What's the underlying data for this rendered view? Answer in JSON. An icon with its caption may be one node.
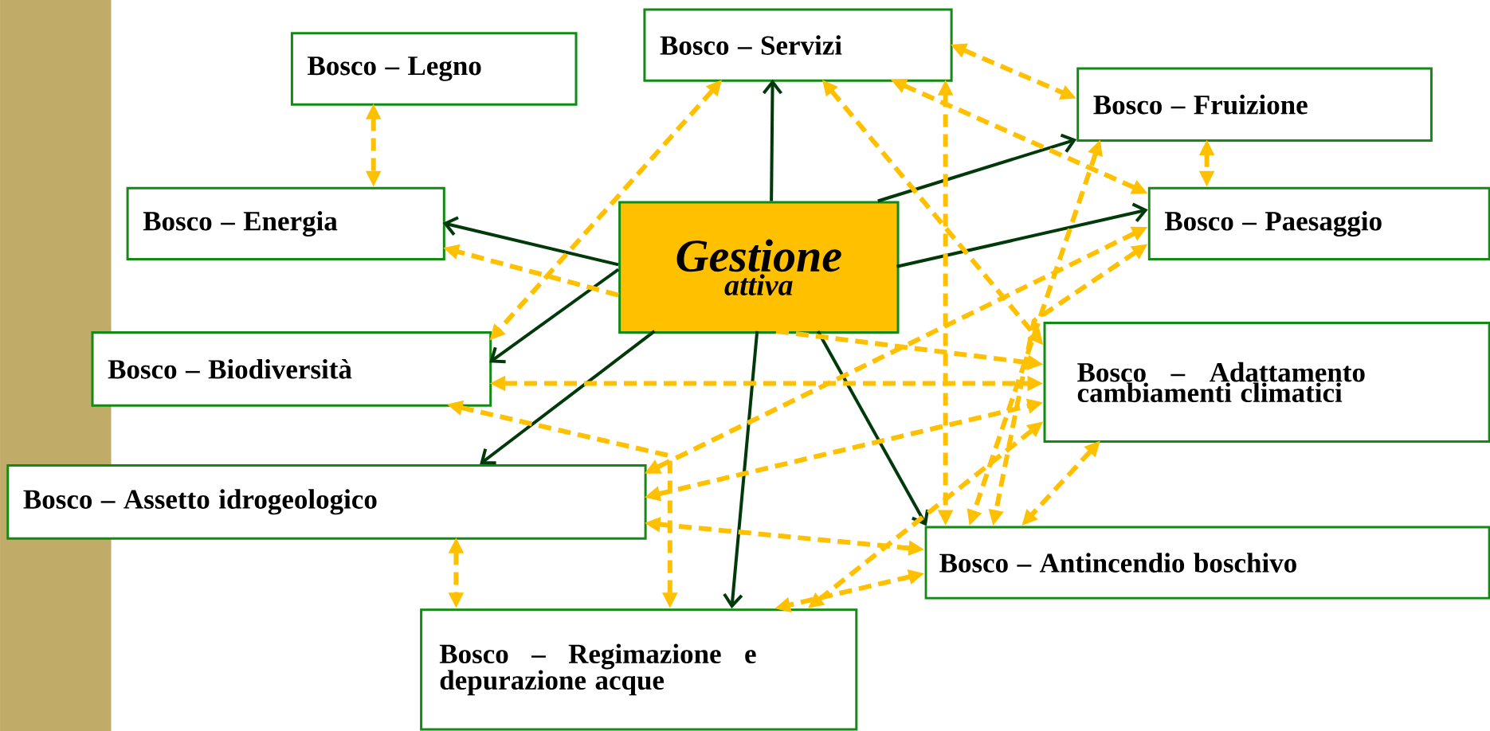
{
  "diagram": {
    "nodes": [
      {
        "text": [
          "Gestione",
          "attiva"
        ]
      },
      {
        "text": [
          "Bosco – Legno"
        ]
      },
      {
        "text": [
          "Bosco – Servizi"
        ]
      },
      {
        "text": [
          "Bosco – Fruizione"
        ]
      },
      {
        "text": [
          "Bosco – Energia"
        ]
      },
      {
        "text": [
          "Bosco – Paesaggio"
        ]
      },
      {
        "text": [
          "Bosco – Biodiversità"
        ]
      },
      {
        "text": [
          "Bosco – Adattamento cambiamenti climatici"
        ]
      },
      {
        "text": [
          "Bosco – Assetto idrogeologico"
        ]
      },
      {
        "text": [
          "Bosco – Antincendio boschivo"
        ]
      },
      {
        "text": [
          "Bosco – Regimazione e depurazione acque"
        ]
      },
      {
        "text": [],
        "shape": "bar"
      }
    ],
    "edges": [
      {
        "from": 0,
        "to": 2,
        "arrow": "to",
        "color": "#003a0a"
      },
      {
        "from": 0,
        "to": 3,
        "arrow": "to",
        "color": "#003a0a"
      },
      {
        "from": 0,
        "to": 5,
        "arrow": "to",
        "color": "#003a0a"
      },
      {
        "from": 0,
        "to": 4,
        "arrow": "to",
        "color": "#003a0a"
      },
      {
        "from": 0,
        "to": 6,
        "arrow": "to",
        "color": "#003a0a"
      },
      {
        "from": 0,
        "to": 8,
        "arrow": "to",
        "color": "#003a0a"
      },
      {
        "from": 0,
        "to": 10,
        "arrow": "to",
        "color": "#003a0a"
      },
      {
        "from": 0,
        "to": 9,
        "arrow": "to",
        "color": "#003a0a"
      },
      {
        "from": 0,
        "to": 4,
        "arrow": "to",
        "style": "dashed",
        "color": "#ffc000"
      },
      {
        "from": 0,
        "to": 7,
        "arrow": "to",
        "style": "dashed",
        "color": "#ffc000"
      },
      {
        "from": 1,
        "to": 4,
        "arrow": "both",
        "style": "dashed",
        "color": "#ffc000"
      },
      {
        "from": 2,
        "to": 6,
        "arrow": "both",
        "style": "dashed",
        "color": "#ffc000"
      },
      {
        "from": 2,
        "to": 3,
        "arrow": "both",
        "style": "dashed",
        "color": "#ffc000"
      },
      {
        "from": 2,
        "to": 5,
        "arrow": "both",
        "style": "dashed",
        "color": "#ffc000"
      },
      {
        "from": 2,
        "to": 7,
        "arrow": "both",
        "style": "dashed",
        "color": "#ffc000"
      },
      {
        "from": 2,
        "to": 9,
        "arrow": "both",
        "style": "dashed",
        "color": "#ffc000"
      },
      {
        "from": 3,
        "to": 5,
        "arrow": "both",
        "style": "dashed",
        "color": "#ffc000"
      },
      {
        "from": 3,
        "to": 9,
        "arrow": "both",
        "style": "dashed",
        "color": "#ffc000"
      },
      {
        "from": 5,
        "to": 9,
        "arrow": "both",
        "style": "dashed",
        "color": "#ffc000"
      },
      {
        "from": 5,
        "to": 8,
        "arrow": "both",
        "style": "dashed",
        "color": "#ffc000"
      },
      {
        "from": 6,
        "to": 7,
        "arrow": "both",
        "style": "dashed",
        "color": "#ffc000"
      },
      {
        "from": 6,
        "to": 10,
        "arrow": "both",
        "style": "dashed",
        "color": "#ffc000"
      },
      {
        "from": 8,
        "to": 10,
        "arrow": "both",
        "style": "dashed",
        "color": "#ffc000"
      },
      {
        "from": 8,
        "to": 7,
        "arrow": "both",
        "style": "dashed",
        "color": "#ffc000"
      },
      {
        "from": 8,
        "to": 9,
        "arrow": "both",
        "style": "dashed",
        "color": "#ffc000"
      },
      {
        "from": 7,
        "to": 9,
        "arrow": "both",
        "style": "dashed",
        "color": "#ffc000"
      },
      {
        "from": 7,
        "to": 10,
        "arrow": "both",
        "style": "dashed",
        "color": "#ffc000"
      },
      {
        "from": 9,
        "to": 10,
        "arrow": "both",
        "style": "dashed",
        "color": "#ffc000"
      }
    ]
  }
}
